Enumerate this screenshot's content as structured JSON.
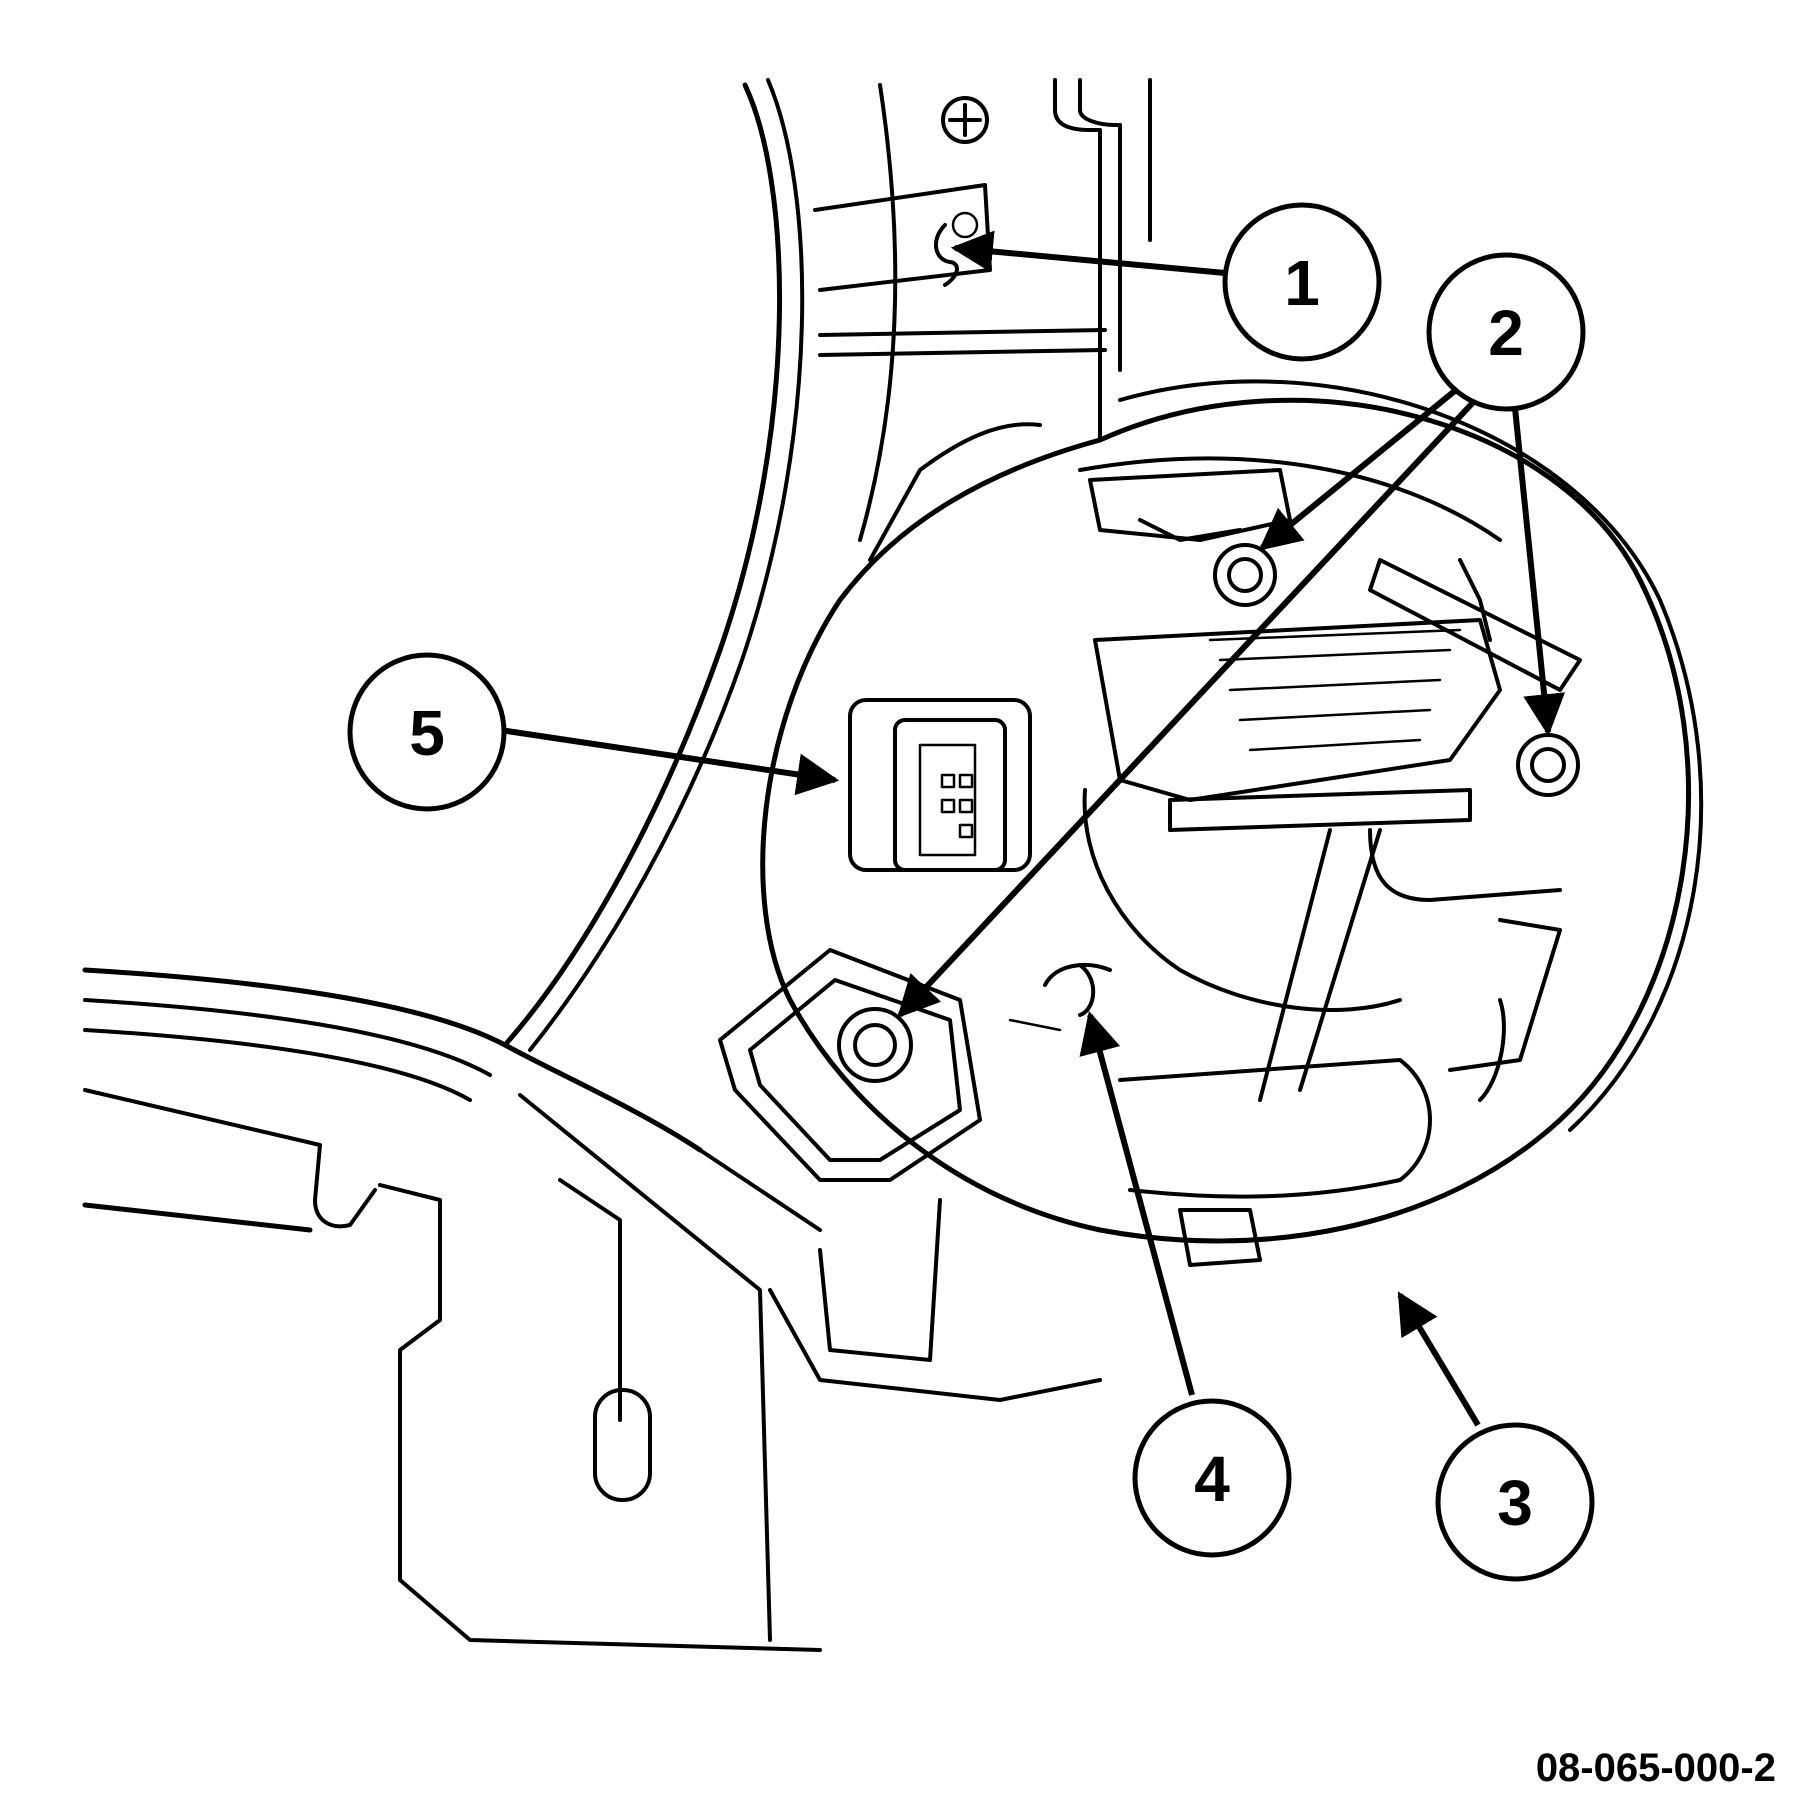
{
  "callouts": [
    {
      "label": "1"
    },
    {
      "label": "2"
    },
    {
      "label": "3"
    },
    {
      "label": "4"
    },
    {
      "label": "5"
    }
  ],
  "figure_id": "08-065-000-2",
  "colors": {
    "ink": "#000000",
    "paper": "#ffffff"
  }
}
